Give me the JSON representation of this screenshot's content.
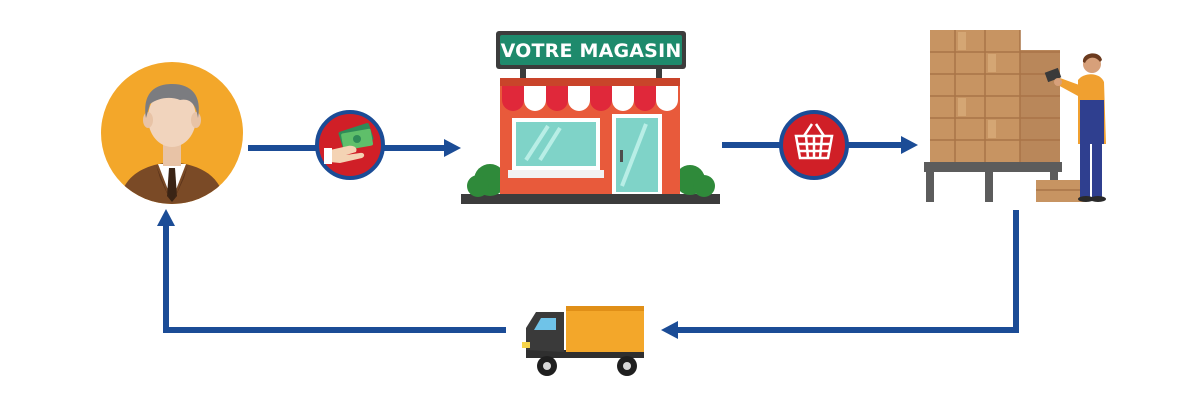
{
  "store": {
    "sign_label": "VOTRE MAGASIN"
  },
  "colors": {
    "flow_arrow": "#1b4c96",
    "badge_fill": "#d01f27",
    "badge_ring": "#1b4c96",
    "customer_circle": "#f3a72a",
    "store_facade": "#e85a3b",
    "store_sign": "#1e8a6c",
    "truck_cargo": "#f3a72a",
    "boxes": "#c79462",
    "worker_uniform": "#2f3f8f"
  },
  "flow": [
    {
      "from": "customer",
      "to": "store",
      "badge_icon": "hand-money-icon"
    },
    {
      "from": "store",
      "to": "warehouse",
      "badge_icon": "shopping-basket-icon"
    },
    {
      "from": "warehouse",
      "to": "truck",
      "badge_icon": ""
    },
    {
      "from": "truck",
      "to": "customer",
      "badge_icon": ""
    }
  ]
}
